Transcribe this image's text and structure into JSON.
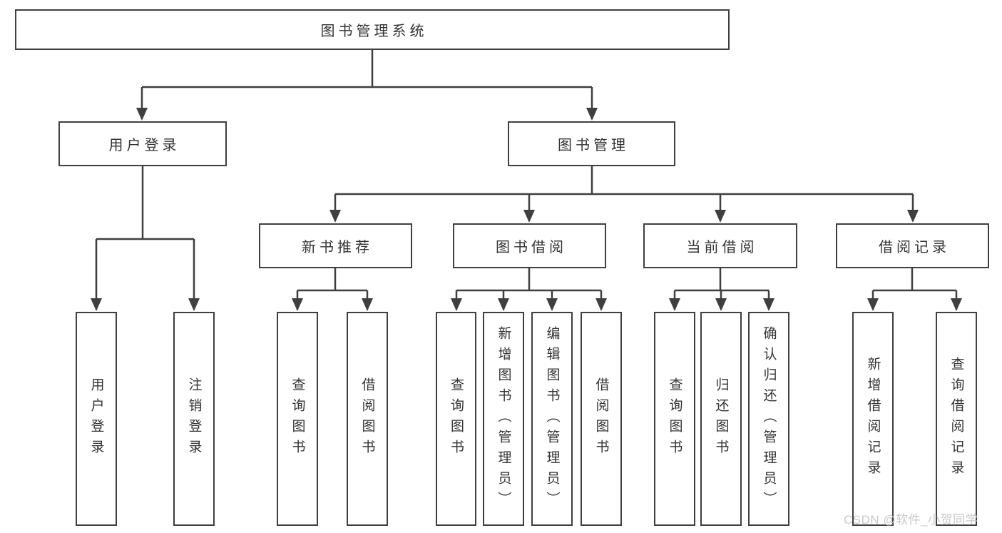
{
  "diagram": {
    "root": {
      "label": "图书管理系统"
    },
    "branches": [
      {
        "id": "user-login",
        "label": "用户登录",
        "children": [
          {
            "label": "用户登录"
          },
          {
            "label": "注销登录"
          }
        ]
      },
      {
        "id": "book-management",
        "label": "图书管理",
        "sections": [
          {
            "id": "new-book-recommend",
            "label": "新书推荐",
            "children": [
              {
                "label": "查询图书"
              },
              {
                "label": "借阅图书"
              }
            ]
          },
          {
            "id": "book-borrow",
            "label": "图书借阅",
            "children": [
              {
                "label": "查询图书"
              },
              {
                "label": "新增图书（管理员）"
              },
              {
                "label": "编辑图书（管理员）"
              },
              {
                "label": "借阅图书"
              }
            ]
          },
          {
            "id": "current-borrow",
            "label": "当前借阅",
            "children": [
              {
                "label": "查询图书"
              },
              {
                "label": "归还图书"
              },
              {
                "label": "确认归还（管理员）"
              }
            ]
          },
          {
            "id": "borrow-record",
            "label": "借阅记录",
            "children": [
              {
                "label": "新增借阅记录"
              },
              {
                "label": "查询借阅记录"
              }
            ]
          }
        ]
      }
    ],
    "watermark": {
      "text": "CSDN @软件_小贺同学"
    },
    "colors": {
      "line": "#3f3f3f",
      "box_border": "#3f3f3f",
      "text": "#333333",
      "watermark": "#c8c8c8",
      "background": "#ffffff"
    }
  }
}
